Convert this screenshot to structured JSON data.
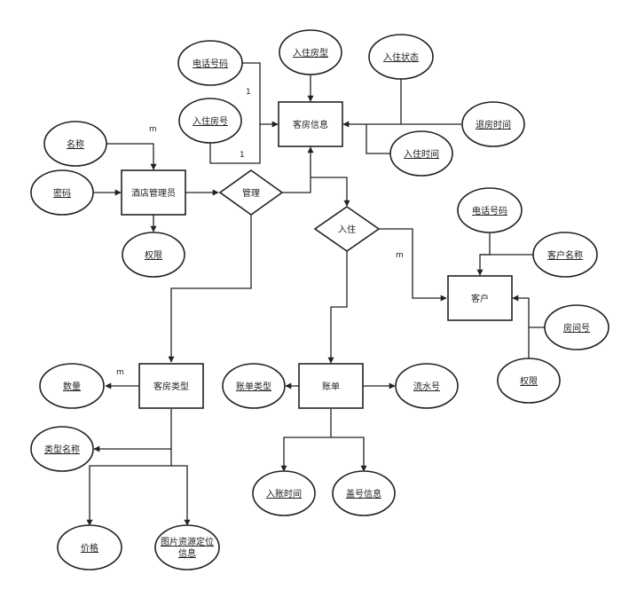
{
  "entities": {
    "hotel_admin": "酒店管理员",
    "room_info": "客房信息",
    "room_type": "客房类型",
    "bill": "账单",
    "customer": "客户"
  },
  "relations": {
    "manage": "管理",
    "checkin": "入住"
  },
  "attributes": {
    "phone1": "电话号码",
    "room_no_in": "入住房号",
    "room_type_in": "入住房型",
    "status_in": "入住状态",
    "checkout_time": "退房时间",
    "checkin_time": "入住时间",
    "name": "名称",
    "password": "密码",
    "permission1": "权限",
    "quantity": "数量",
    "type_name": "类型名称",
    "price": "价格",
    "image_line1": "图片资源定位",
    "image_line2": "信息",
    "bill_type": "账单类型",
    "serial_no": "流水号",
    "account_time": "入账时间",
    "seal_info": "盖号信息",
    "phone2": "电话号码",
    "customer_name": "客户名称",
    "room_number": "房间号",
    "permission2": "权限"
  },
  "cardinalities": {
    "c1": "1",
    "c2": "1",
    "c3": "m",
    "c4": "m",
    "c5": "m"
  }
}
